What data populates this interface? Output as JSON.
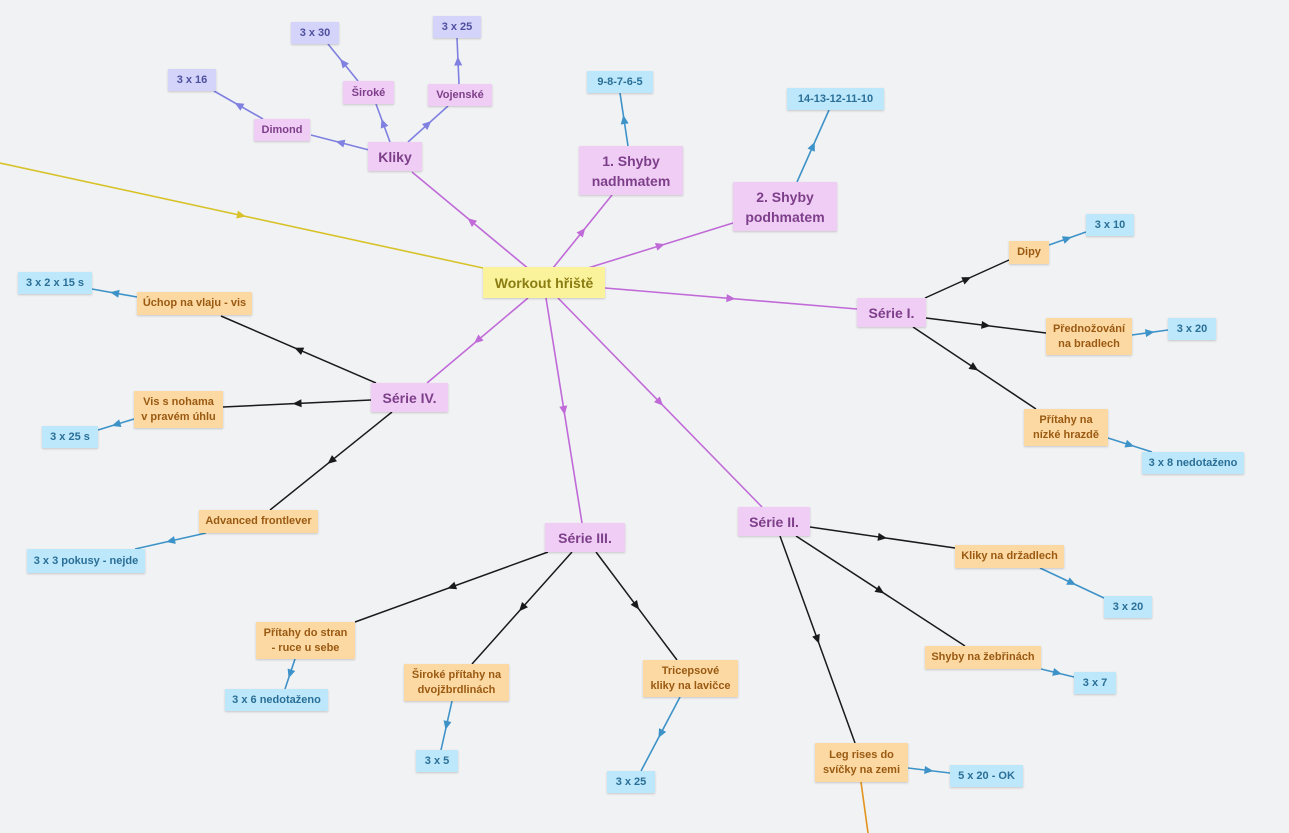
{
  "colors": {
    "background": "#f1f2f4",
    "center_fill": "#fbf39c",
    "main_fill": "#f0cdf5",
    "lavender_fill": "#d4d4fa",
    "orange_fill": "#fcd9a3",
    "blue_fill": "#bde8fb",
    "edge_purple": "#c06ad8",
    "edge_violet": "#7f80e0",
    "edge_black": "#1a1a1a",
    "edge_blue": "#3d93c8",
    "edge_yellow": "#d8c22a",
    "edge_orange": "#e2941c"
  },
  "diagram": {
    "center": "Workout hřiště",
    "kliky": "Kliky",
    "dimond": "Dimond",
    "siroke": "Široké",
    "vojenske": "Vojenské",
    "kliky_3x16": "3 x 16",
    "kliky_3x30": "3 x 30",
    "kliky_3x25": "3 x 25",
    "shyby_nad": "1. Shyby\nnadhmatem",
    "shyby_nad_reps": "9-8-7-6-5",
    "shyby_pod": "2. Shyby\npodhmatem",
    "shyby_pod_reps": "14-13-12-11-10",
    "serie1": "Série I.",
    "dipy": "Dipy",
    "dipy_reps": "3 x 10",
    "prednozovani": "Přednožování\nna bradlech",
    "prednozovani_reps": "3 x 20",
    "pritahy_hrazde": "Přítahy na\nnízké hrazdě",
    "pritahy_hrazde_reps": "3 x 8 nedotaženo",
    "serie2": "Série II.",
    "kliky_drzadla": "Kliky na držadlech",
    "kliky_drzadla_reps": "3 x 20",
    "shyby_zebrinach": "Shyby na žebřinách",
    "shyby_zebrinach_reps": "3 x 7",
    "leg_rises": "Leg rises do\nsvíčky na zemi",
    "leg_rises_reps": "5 x 20 - OK",
    "serie3": "Série III.",
    "pritahy_strany": "Přítahy do stran\n- ruce u sebe",
    "pritahy_strany_reps": "3 x 6 nedotaženo",
    "siroke_pritahy": "Široké přítahy na\ndvojžbrdlinách",
    "siroke_pritahy_reps": "3 x 5",
    "triceps": "Tricepsové\nkliky na lavičce",
    "triceps_reps": "3 x 25",
    "serie4": "Série IV.",
    "uchop": "Úchop na vlaju - vis",
    "uchop_reps": "3 x 2 x 15 s",
    "vis_nohama": "Vis s nohama\nv pravém úhlu",
    "vis_nohama_reps": "3 x 25 s",
    "frontlever": "Advanced frontlever",
    "frontlever_reps": "3 x 3 pokusy - nejde"
  }
}
